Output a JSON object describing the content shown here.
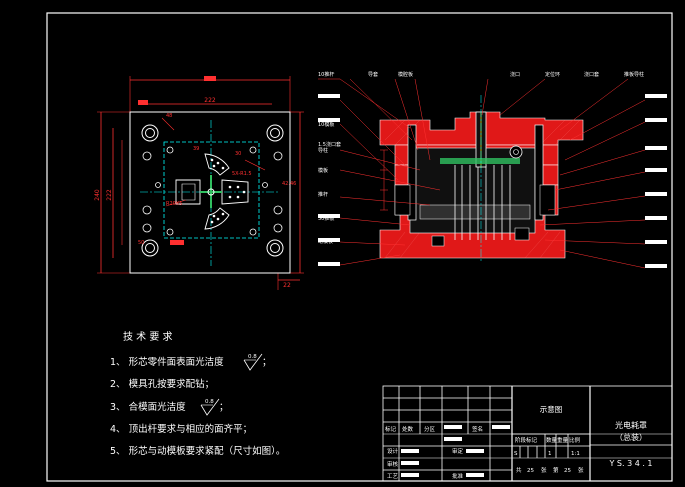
{
  "colors": {
    "background": "#000000",
    "frame": "#ffffff",
    "dimension": "#ff3030",
    "centerline": "#00ffff",
    "section_red": "#e01818",
    "component_white": "#ffffff",
    "cavity_yellow": "#e0e020",
    "part_green": "#30c060"
  },
  "plan_view": {
    "dim_overall_width_label": "",
    "dim_inner_width": "222",
    "dim_height": "240",
    "dim_height_inner": "222",
    "dim_bottom": "22",
    "dim_side": "48",
    "dim_angle": "39",
    "dim_part_small": "30",
    "dim_part_note": "5X-R1.5",
    "dim_right": "42.46",
    "dim_bottom_left": "50",
    "part_label": "R20X5"
  },
  "section_view": {
    "labels_left": [
      "10模板",
      "导柱",
      "模板",
      "1.5浇口套",
      "推杆",
      "30推板",
      "动模板"
    ],
    "labels_top": [
      "10推杆",
      "导套",
      "模腔板",
      "浇口",
      "定位环",
      "浇口套",
      "推板导柱"
    ]
  },
  "tech_requirements": {
    "title": "技 术 要 求",
    "items": [
      "1、 形芯零件面表面光洁度",
      "2、 模具孔按要求配钻；",
      "3、 合模面光洁度",
      "4、 顶出杆要求与相应的面齐平；",
      "5、 形芯与动模板要求紧配（尺寸如图）。"
    ],
    "finish_value": "0.8",
    "item1_suffix": "；",
    "item3_suffix": "；"
  },
  "title_block": {
    "drawing_name": "示意图",
    "product_name_line1": "光电耗罩",
    "product_name_line2": "（总装）",
    "drawing_number": "Y S. 3 4 . 1",
    "header_labels": [
      "标记",
      "处数",
      "分区",
      "签名"
    ],
    "row_labels": [
      "设计",
      "审核",
      "工艺",
      "批准"
    ],
    "approval_label": "审定",
    "stage_label": "阶段标记",
    "qty_label": "数量",
    "weight_label": "重量",
    "scale_label": "比例",
    "qty_value": "1",
    "scale_value": "1:1",
    "stage_value": "S",
    "sheet_info": [
      "共",
      "25",
      "张",
      "第",
      "25",
      "张"
    ]
  }
}
